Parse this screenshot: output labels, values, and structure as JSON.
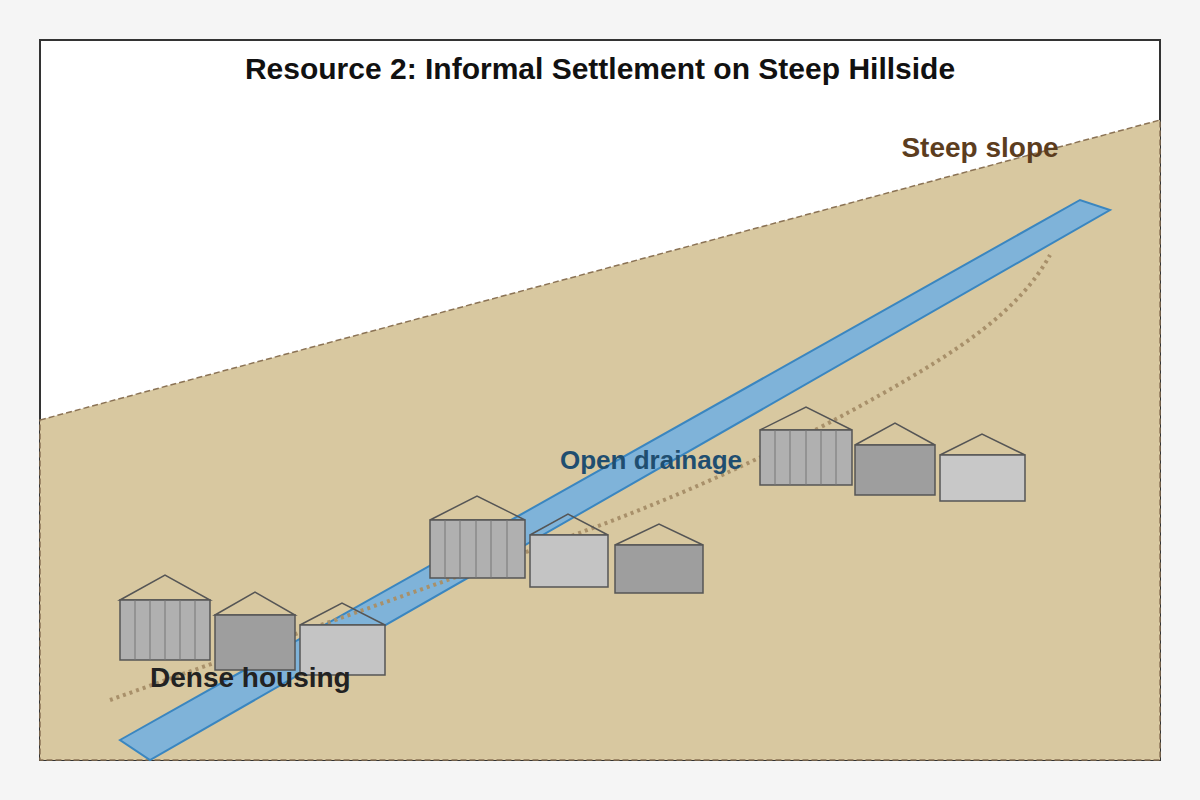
{
  "diagram": {
    "title": "Resource 2: Informal Settlement on Steep Hillside",
    "labels": [
      "Steep slope",
      "Open drainage",
      "Dense housing"
    ]
  }
}
